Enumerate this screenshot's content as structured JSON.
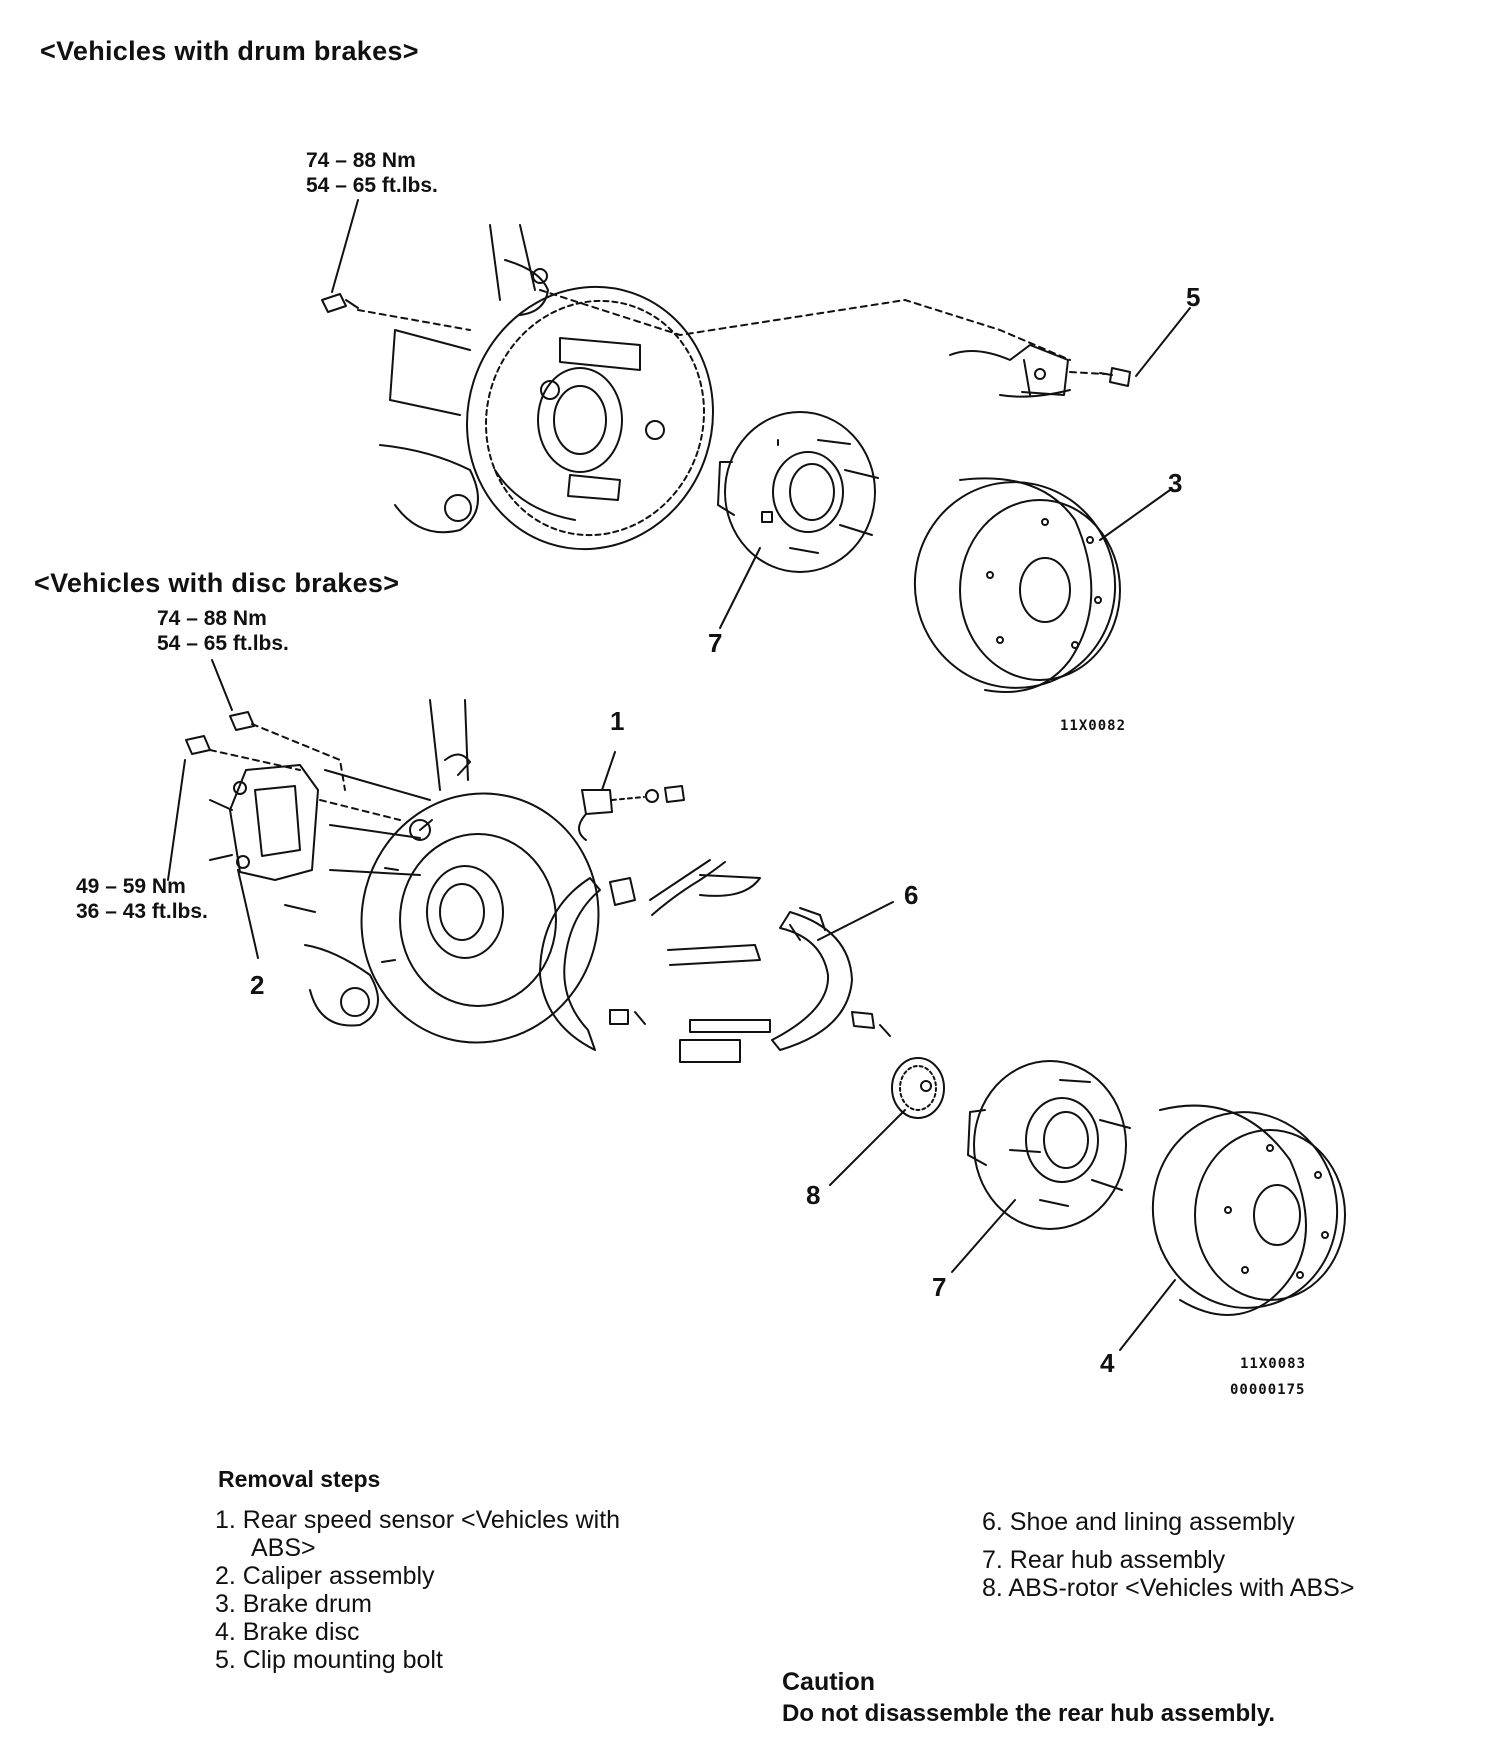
{
  "headings": {
    "drum": "<Vehicles with drum brakes>",
    "disc": "<Vehicles with disc brakes>"
  },
  "torques": {
    "drum_top": [
      "74 – 88 Nm",
      "54 – 65 ft.lbs."
    ],
    "disc_top": [
      "74 – 88 Nm",
      "54 – 65 ft.lbs."
    ],
    "disc_caliper": [
      "49 – 59 Nm",
      "36 – 43 ft.lbs."
    ]
  },
  "callouts": {
    "drum": [
      "5",
      "3",
      "7"
    ],
    "disc": [
      "1",
      "6",
      "2",
      "8",
      "7",
      "4"
    ]
  },
  "figure_codes": {
    "drum": "11X0082",
    "disc": "11X0083",
    "doc": "00000175"
  },
  "removal": {
    "title": "Removal steps",
    "left": [
      "1. Rear speed sensor <Vehicles with",
      "ABS>",
      "2. Caliper assembly",
      "3. Brake drum",
      "4. Brake disc",
      "5. Clip mounting bolt"
    ],
    "right": [
      "6. Shoe and lining assembly",
      "7. Rear hub assembly",
      "8. ABS-rotor <Vehicles with ABS>"
    ]
  },
  "caution": {
    "title": "Caution",
    "text": "Do not disassemble the rear hub assembly."
  }
}
